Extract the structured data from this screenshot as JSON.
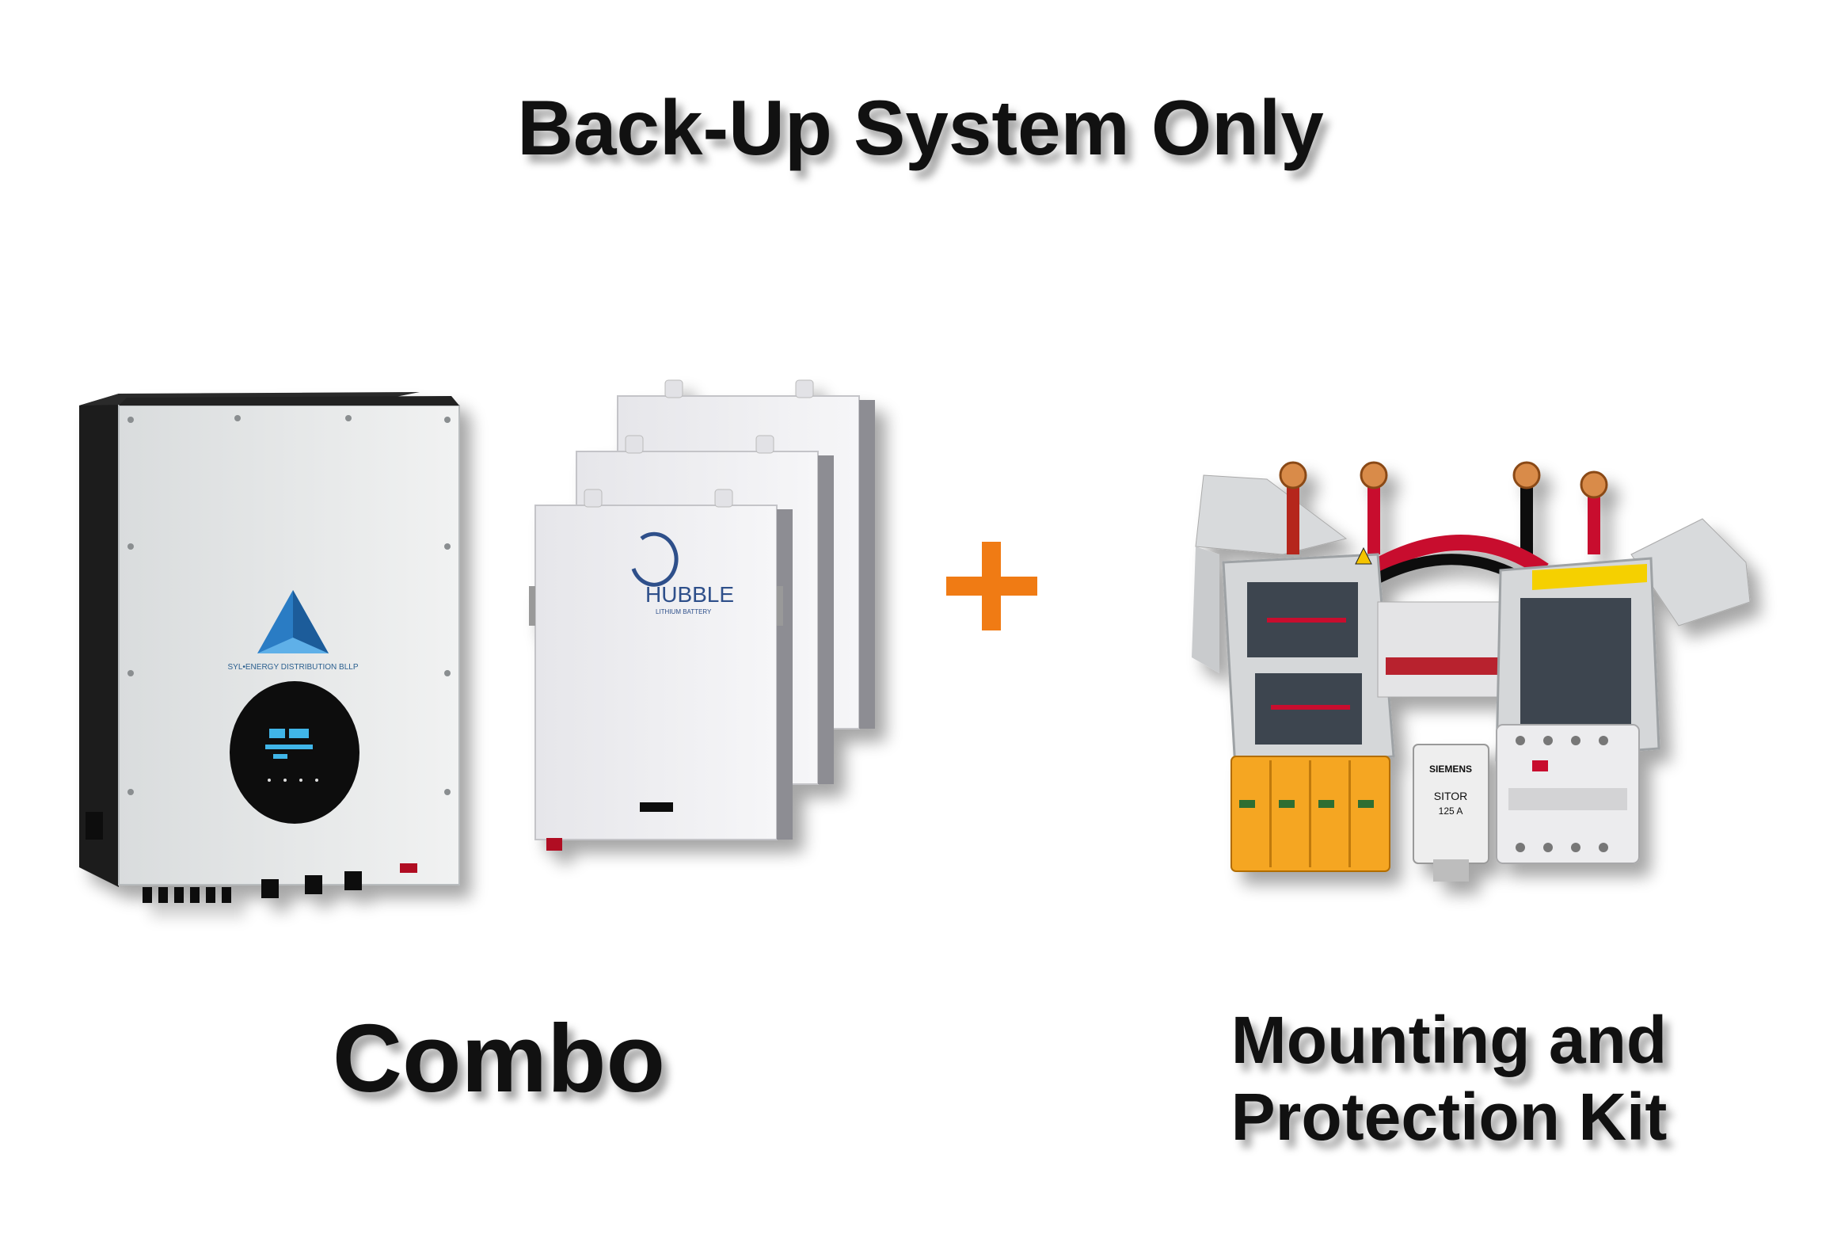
{
  "title": "Back-Up System Only",
  "left_caption": "Combo",
  "right_caption_line1": "Mounting and",
  "right_caption_line2": "Protection Kit",
  "plus_symbol": "+",
  "inverter": {
    "brand_text": "SYL•ENERGY DISTRIBUTION BLLP",
    "logo_icon": "blue-triangle-logo"
  },
  "battery": {
    "brand_text": "HUBBLE",
    "tagline": "LITHIUM BATTERY",
    "count": 3
  },
  "kit_labels": {
    "fuse_brand": "SIEMENS",
    "fuse_model": "SITOR",
    "fuse_rating": "125 A"
  },
  "colors": {
    "accent_plus": "#f07b14",
    "cable_red": "#c8102e",
    "spd_orange": "#f5a623"
  }
}
